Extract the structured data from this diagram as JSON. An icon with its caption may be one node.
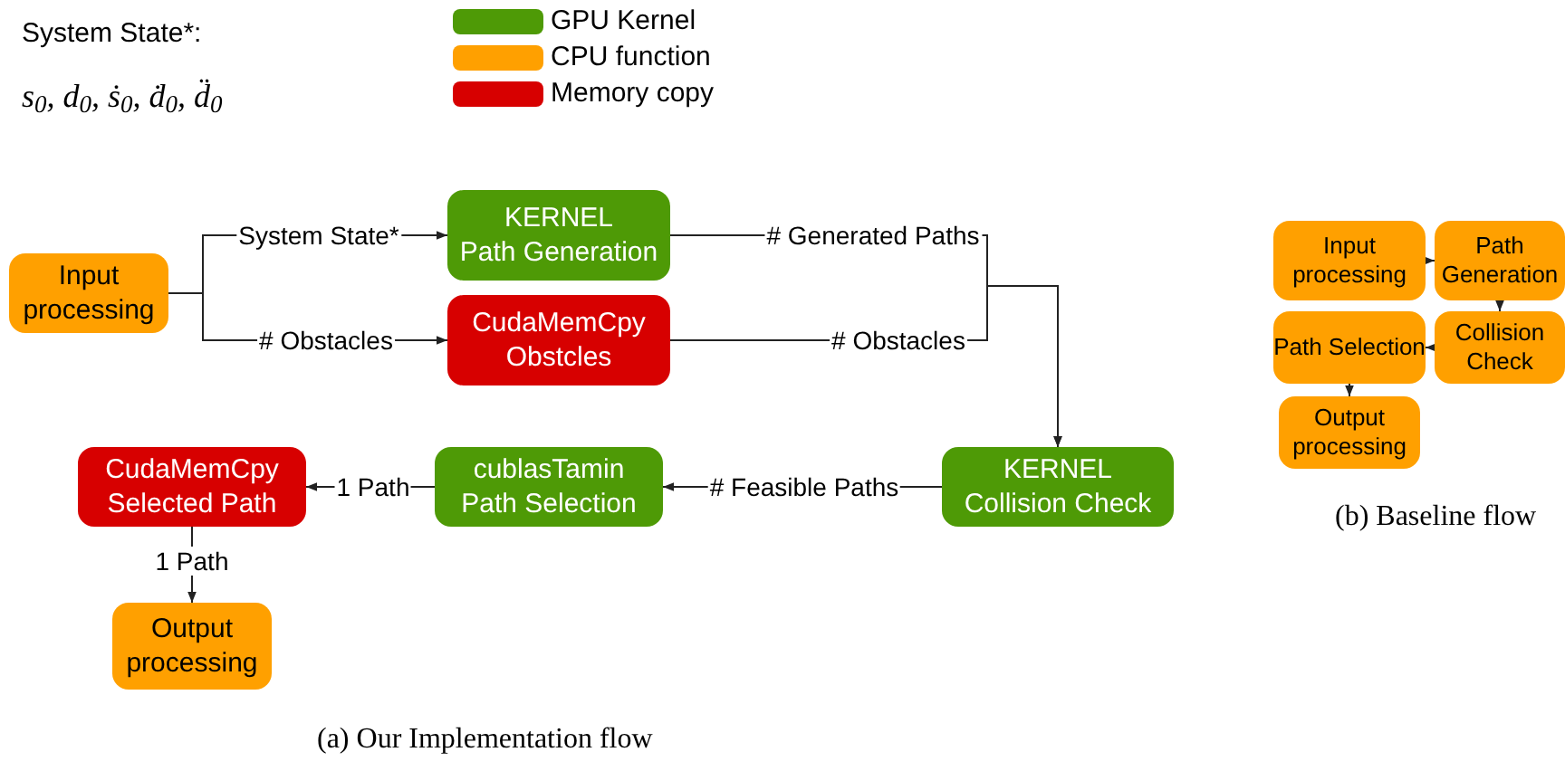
{
  "diagram": {
    "nodes": [
      {
        "text": [
          "Input processing"
        ]
      },
      {
        "text": [
          "KERNEL",
          "Path Generation"
        ]
      },
      {
        "text": [
          "CudaMemCpy",
          "Obstcles"
        ]
      },
      {
        "text": [
          "KERNEL",
          "Collision Check"
        ]
      },
      {
        "text": [
          "cublasTamin",
          "Path Selection"
        ]
      },
      {
        "text": [
          "CudaMemCpy",
          "Selected Path"
        ]
      },
      {
        "text": [
          "Output processing"
        ]
      },
      {
        "text": [
          "Input processing"
        ]
      },
      {
        "text": [
          "Path Generation"
        ]
      },
      {
        "text": [
          "Path Selection"
        ]
      },
      {
        "text": [
          "Collision Check"
        ]
      },
      {
        "text": [
          "Output processing"
        ]
      }
    ],
    "edges": [
      {
        "from": 0,
        "to": 1,
        "arrow": "to",
        "label": "System State*"
      },
      {
        "from": 0,
        "to": 2,
        "arrow": "to",
        "label": "# Obstacles"
      },
      {
        "from": 1,
        "to": 3,
        "arrow": "to",
        "label": "# Generated Paths"
      },
      {
        "from": 2,
        "to": 3,
        "arrow": "to",
        "label": "# Obstacles"
      },
      {
        "from": 3,
        "to": 4,
        "arrow": "to",
        "label": "# Feasible Paths"
      },
      {
        "from": 4,
        "to": 5,
        "arrow": "to",
        "label": "1 Path"
      },
      {
        "from": 5,
        "to": 6,
        "arrow": "to",
        "label": "1 Path"
      },
      {
        "from": 7,
        "to": 8,
        "arrow": "to"
      },
      {
        "from": 8,
        "to": 10,
        "arrow": "to"
      },
      {
        "from": 10,
        "to": 9,
        "arrow": "to"
      },
      {
        "from": 9,
        "to": 11,
        "arrow": "to"
      }
    ],
    "labels": [
      "System State*:",
      "s$_{0}$, d$_{0}$, ṡ$_{0}$, ḋ$_{0}$, d̈$_{0}$",
      "(a) Our Implementation flow",
      "(b) Baseline flow"
    ],
    "legend": [
      {
        "text": "GPU Kernel",
        "color": "#4e9a06"
      },
      {
        "text": "CPU function",
        "color": "#ffa000"
      },
      {
        "text": "Memory copy",
        "color": "#d70000"
      }
    ]
  }
}
